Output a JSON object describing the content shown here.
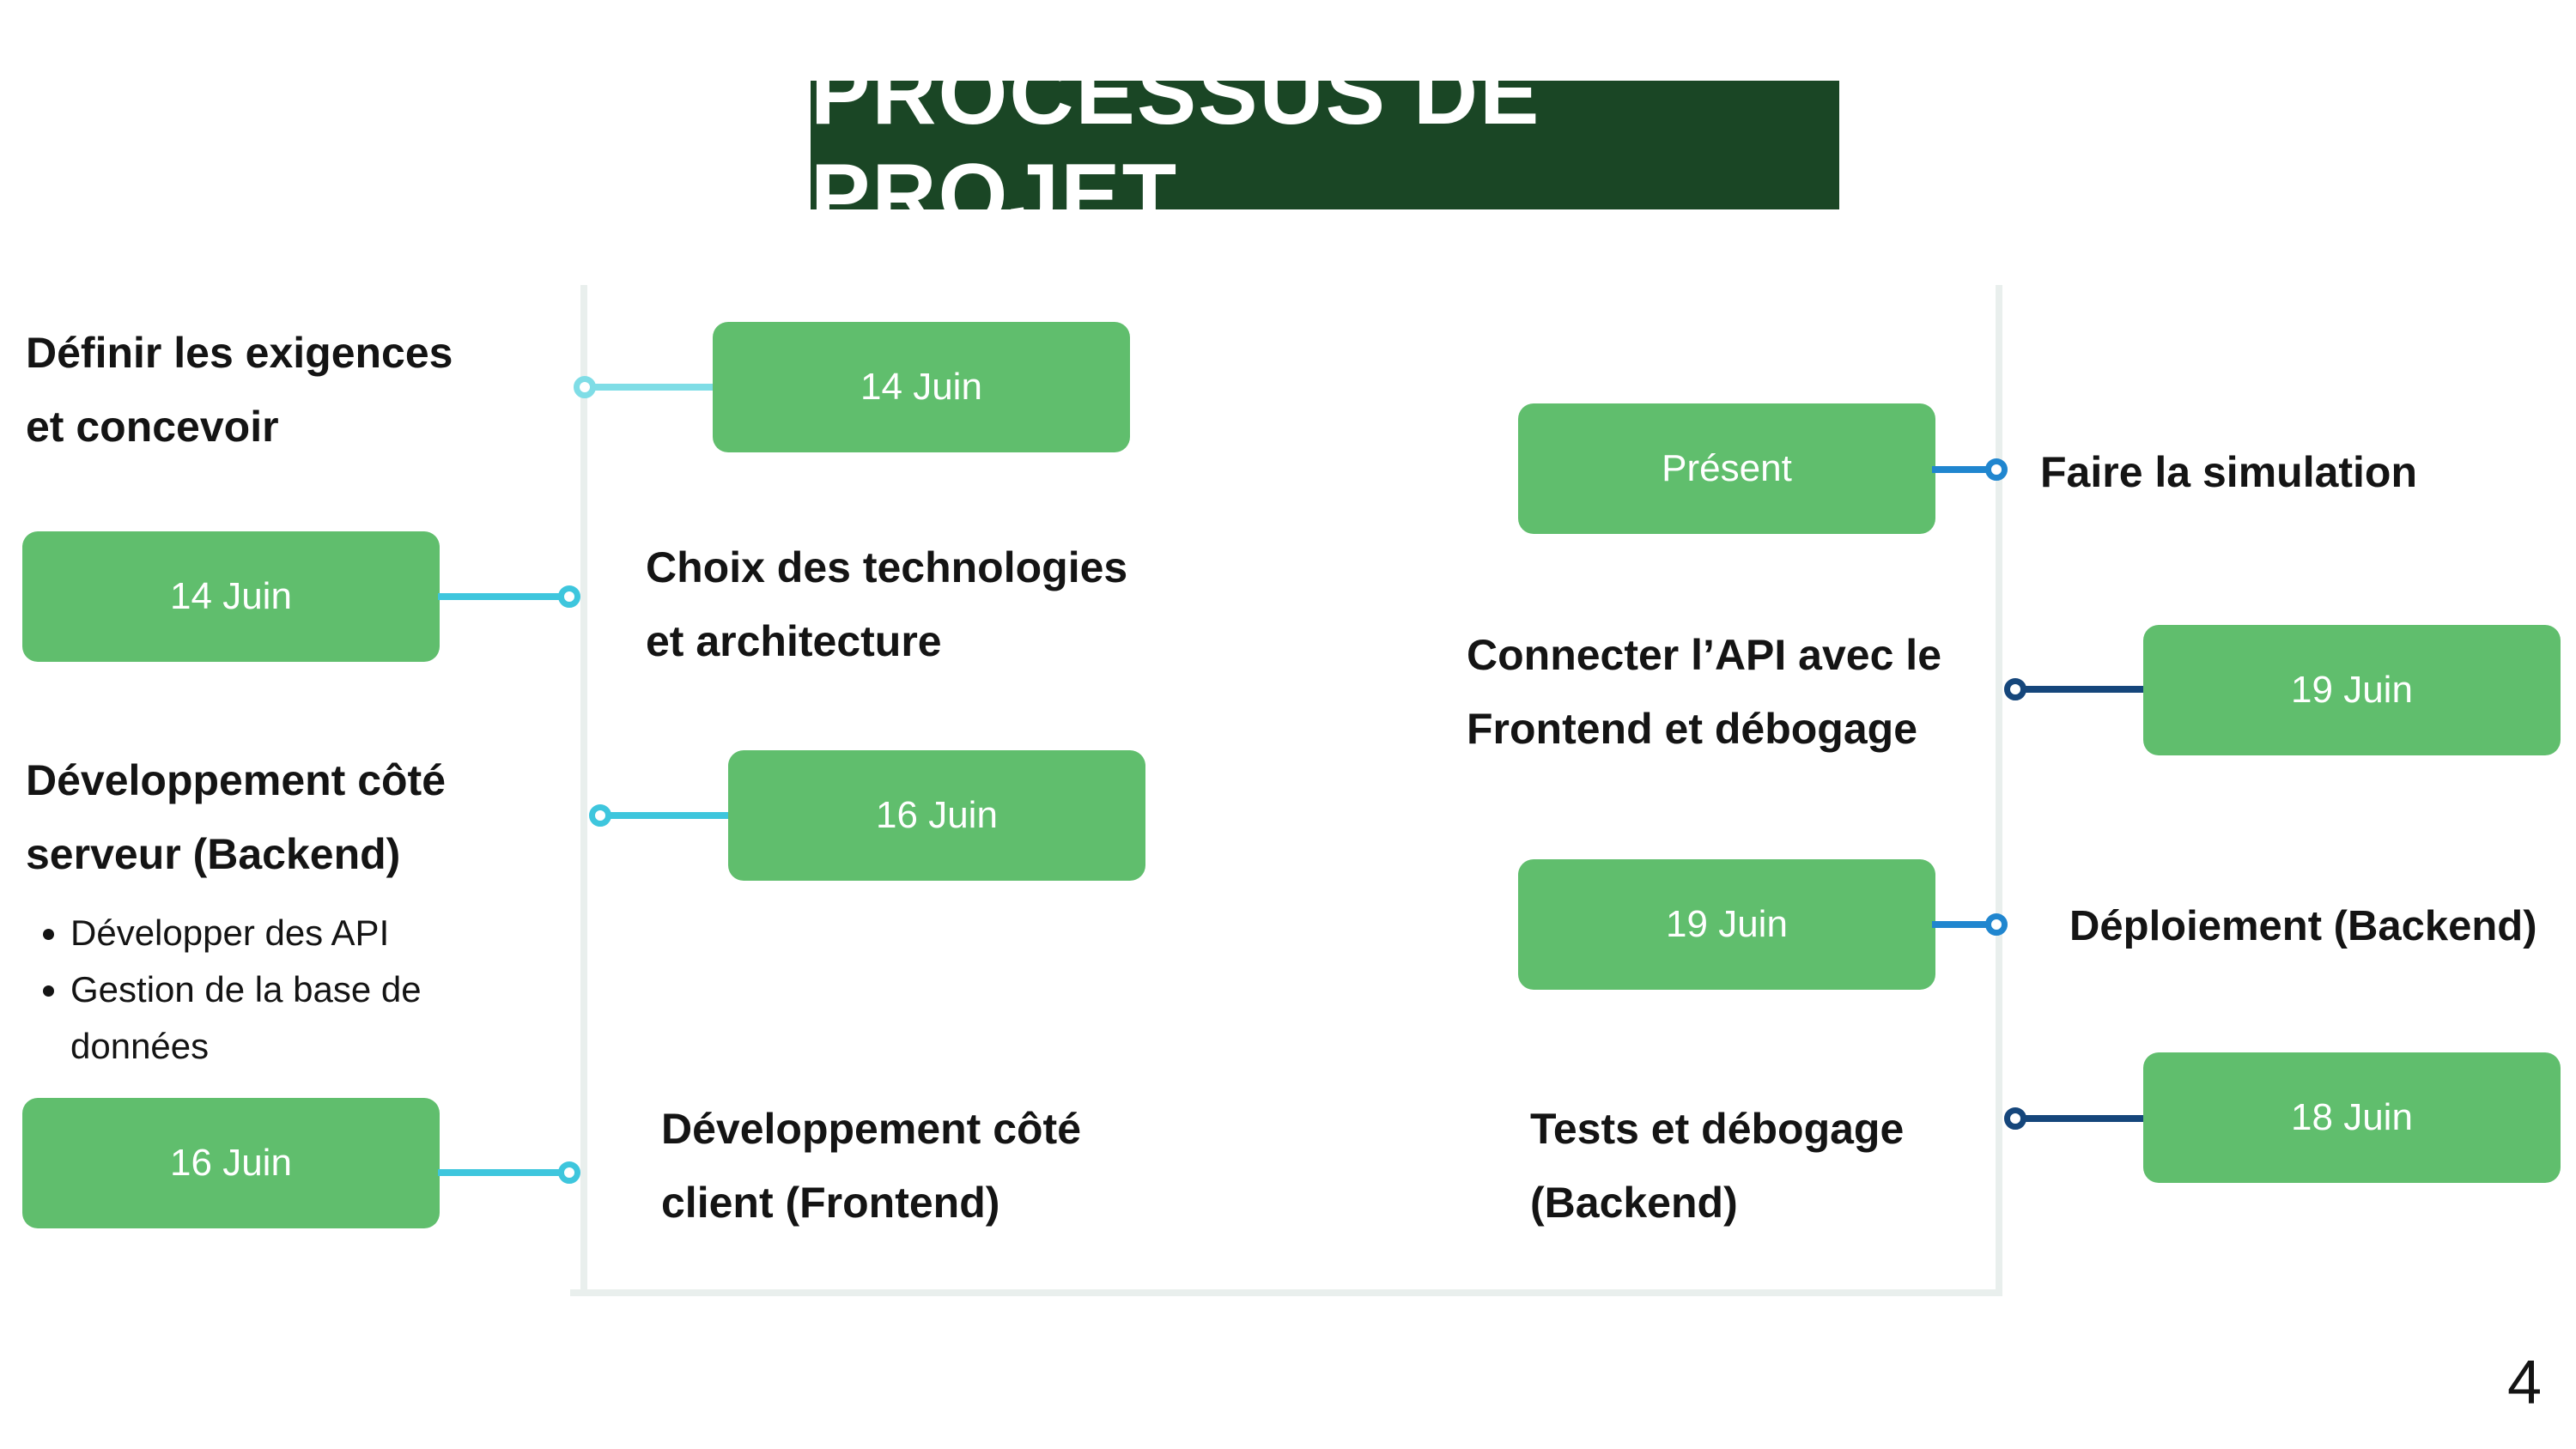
{
  "title": "PROCESSUS DE PROJET",
  "colors": {
    "title_bg": "#1a4625",
    "pill_bg": "#60be6d",
    "connector_light": "#7fdde6",
    "connector_cyan": "#3ec6dd",
    "connector_blue": "#2086cf",
    "connector_navy": "#15467b"
  },
  "steps": [
    {
      "label_lines": [
        "Définir les exigences",
        "et concevoir"
      ],
      "date": "14 Juin"
    },
    {
      "label_lines": [
        "Choix des technologies",
        "et architecture"
      ],
      "date": "14 Juin"
    },
    {
      "label_lines": [
        "Développement côté",
        "serveur (Backend)"
      ],
      "date": "16 Juin",
      "bullets": [
        "Développer des API",
        "Gestion de la base de données"
      ]
    },
    {
      "label_lines": [
        "Développement côté",
        "client (Frontend)"
      ],
      "date": "16 Juin"
    },
    {
      "label_lines": [
        "Tests et débogage",
        "(Backend)"
      ],
      "date": "18 Juin"
    },
    {
      "label_lines": [
        "Déploiement (Backend)"
      ],
      "date": "19 Juin"
    },
    {
      "label_lines": [
        "Connecter l’API avec le",
        "Frontend et débogage"
      ],
      "date": "19 Juin"
    },
    {
      "label_lines": [
        "Faire la simulation"
      ],
      "date": "Présent"
    }
  ],
  "page_number": "4"
}
